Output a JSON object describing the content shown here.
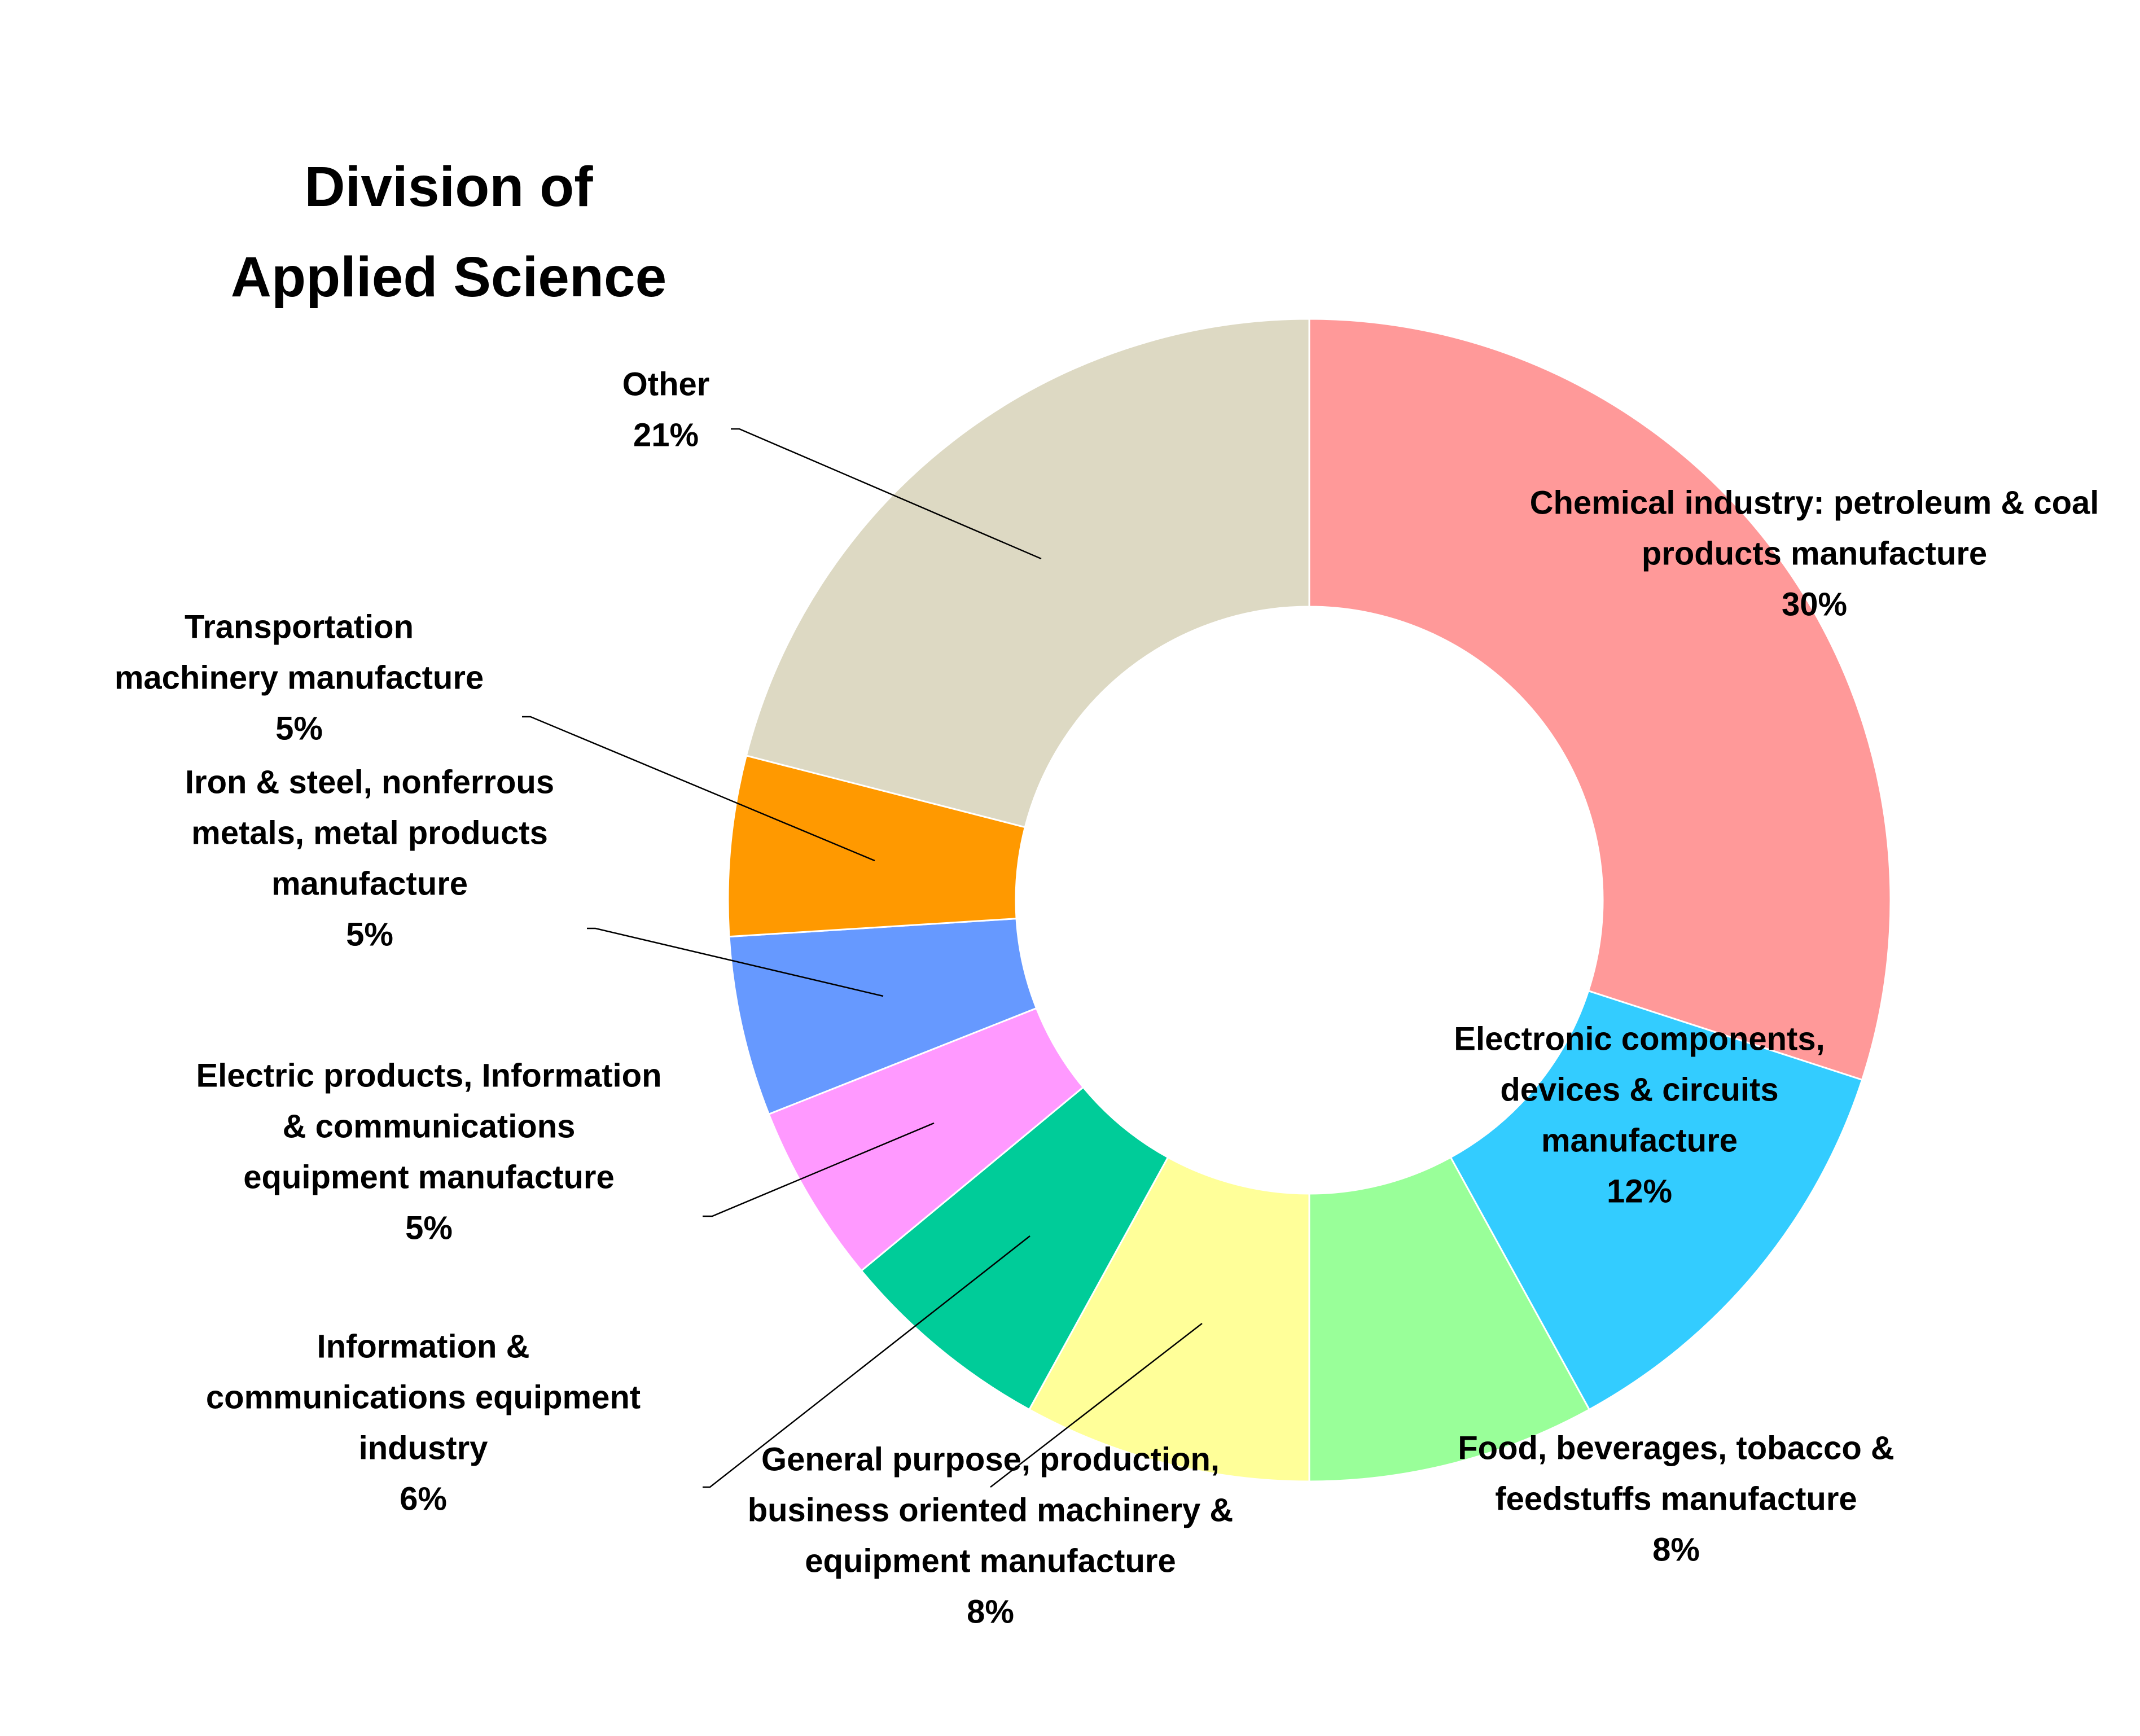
{
  "chart_data": {
    "type": "pie",
    "donut": true,
    "title": [
      "Division of",
      "Applied Science"
    ],
    "slices": [
      {
        "label": [
          "Chemical industry: petroleum & coal",
          "products manufacture"
        ],
        "value": 30,
        "value_label": "30%",
        "color": "#FF9999"
      },
      {
        "label": [
          "Electronic components,",
          "devices & circuits",
          "manufacture"
        ],
        "value": 12,
        "value_label": "12%",
        "color": "#33CCFF"
      },
      {
        "label": [
          "Food, beverages, tobacco &",
          "feedstuffs manufacture"
        ],
        "value": 8,
        "value_label": "8%",
        "color": "#99FF99"
      },
      {
        "label": [
          "General purpose, production,",
          "business oriented machinery &",
          "equipment manufacture"
        ],
        "value": 8,
        "value_label": "8%",
        "color": "#FFFF99"
      },
      {
        "label": [
          "Information &",
          "communications equipment",
          "industry"
        ],
        "value": 6,
        "value_label": "6%",
        "color": "#00CC99"
      },
      {
        "label": [
          "Electric products, Information",
          "& communications",
          "equipment manufacture"
        ],
        "value": 5,
        "value_label": "5%",
        "color": "#FF99FF"
      },
      {
        "label": [
          "Iron & steel, nonferrous",
          "metals, metal products",
          "manufacture"
        ],
        "value": 5,
        "value_label": "5%",
        "color": "#6699FF"
      },
      {
        "label": [
          "Transportation",
          "machinery manufacture"
        ],
        "value": 5,
        "value_label": "5%",
        "color": "#FF9900"
      },
      {
        "label": [
          "Other"
        ],
        "value": 21,
        "value_label": "21%",
        "color": "#DDD9C3"
      }
    ],
    "start_angle_deg": 0,
    "direction": "clockwise",
    "legend": "none"
  }
}
